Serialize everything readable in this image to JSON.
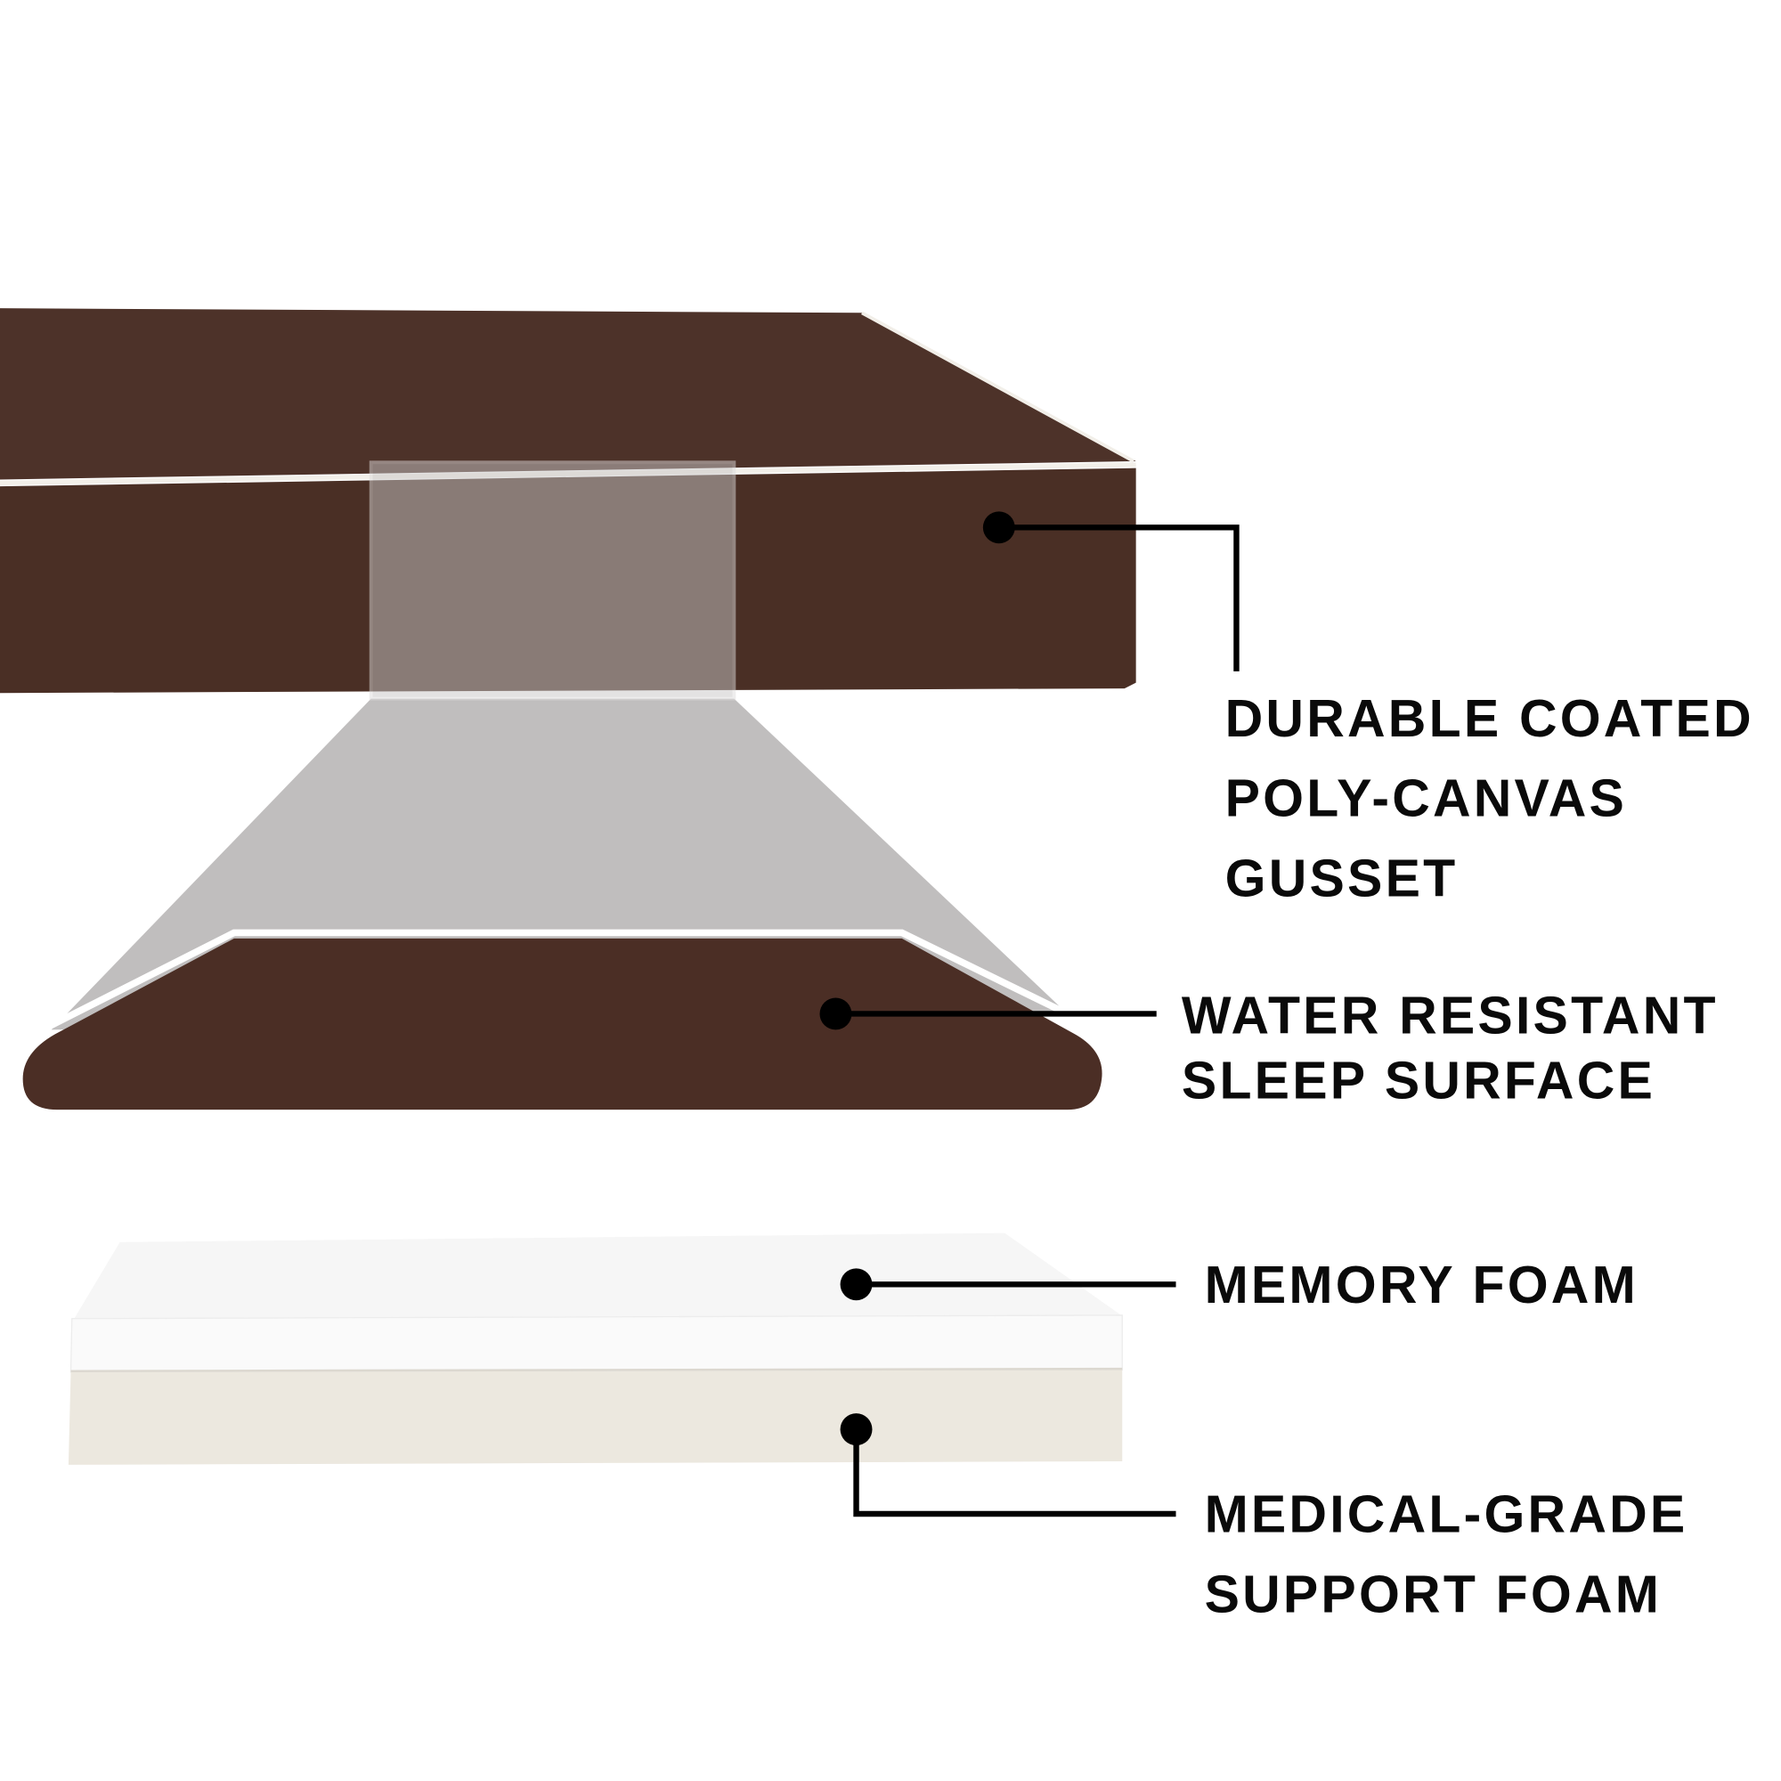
{
  "colors": {
    "fabric": "#4a2f25",
    "fabric_top": "#4d3229",
    "piping": "#f2efe9",
    "magnifier": "#c9c6c6",
    "memory_foam": "#f7f7f7",
    "support_foam": "#ece8df",
    "callout": "#000000"
  },
  "callouts": {
    "gusset": {
      "lines": [
        "DURABLE COATED",
        "POLY-CANVAS",
        "GUSSET"
      ]
    },
    "surface": {
      "lines": [
        "WATER RESISTANT",
        "SLEEP SURFACE"
      ]
    },
    "memory": {
      "lines": [
        "MEMORY FOAM"
      ]
    },
    "support": {
      "lines": [
        "MEDICAL-GRADE",
        "SUPPORT FOAM"
      ]
    }
  }
}
